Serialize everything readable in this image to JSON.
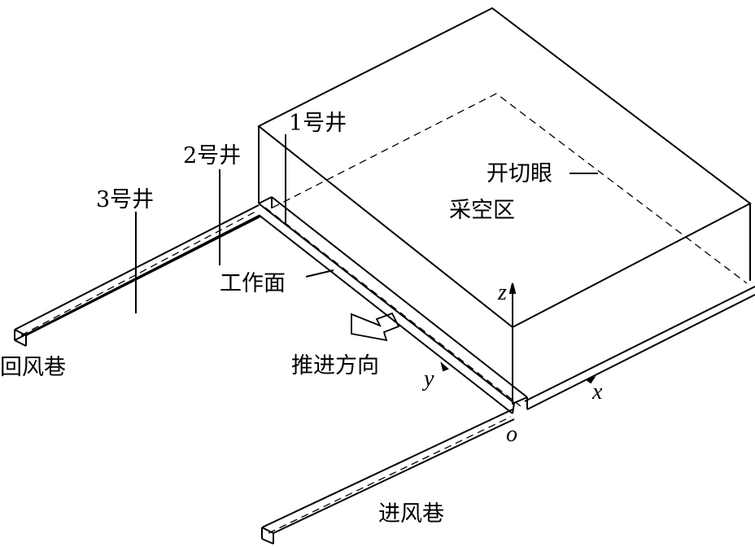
{
  "labels": {
    "shaft1": "1号井",
    "shaft2": "2号井",
    "shaft3": "3号井",
    "open_cut": "开切眼",
    "goaf": "采空区",
    "working_face": "工作面",
    "return_airway": "回风巷",
    "advance_direction": "推进方向",
    "intake_airway": "进风巷"
  },
  "axes": {
    "x": "x",
    "y": "y",
    "z": "z",
    "origin": "o"
  }
}
